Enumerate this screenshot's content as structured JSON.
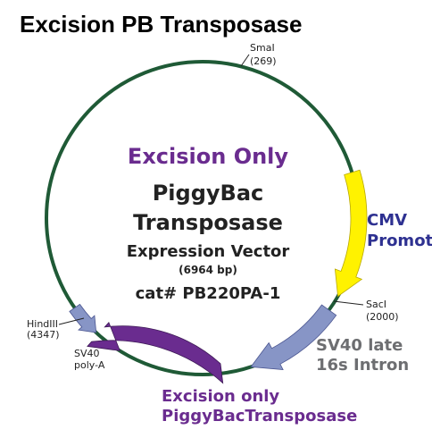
{
  "title": "Excision PB Transposase",
  "colors": {
    "backbone": "#1f5a36",
    "purple": "#6a2c8f",
    "yellow": "#fff200",
    "sv40_intron": "#8795c6",
    "sv40_polya": "#8795c6",
    "cmv_text": "#2e3191",
    "gray_text": "#6d6e71"
  },
  "sites": {
    "smai": {
      "name": "SmaI",
      "pos": "(269)"
    },
    "saci": {
      "name": "SacI",
      "pos": "(2000)"
    },
    "hindiii": {
      "name": "HindIII",
      "pos": "(4347)"
    }
  },
  "center": {
    "line1": "Excision Only",
    "line2": "PiggyBac",
    "line3": "Transposase",
    "line4": "Expression Vector",
    "size": "(6964 bp)",
    "catalog": "cat# PB220PA-1"
  },
  "features": {
    "cmv": {
      "line1": "CMV",
      "line2": "Promot"
    },
    "sv40_intron": {
      "line1": "SV40 late",
      "line2": "16s Intron"
    },
    "transposase": {
      "line1": "Excision only",
      "line2": "PiggyBacTransposase"
    },
    "sv40_polya": {
      "line1": "SV40",
      "line2": "poly-A"
    }
  }
}
